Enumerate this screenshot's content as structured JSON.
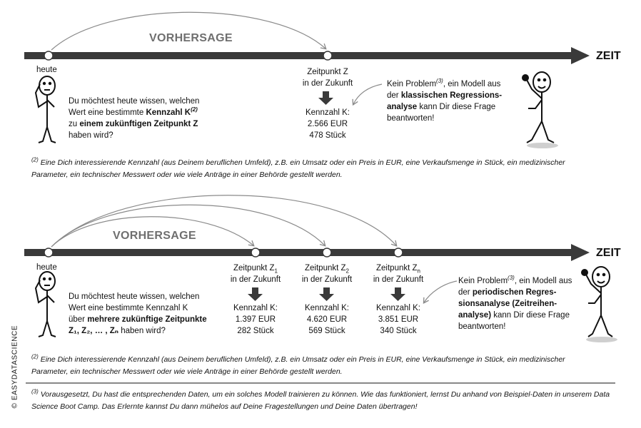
{
  "panel1": {
    "vorhersage": "VORHERSAGE",
    "zeit": "ZEIT",
    "heute": "heute",
    "zeitpunkt_line1": "Zeitpunkt Z",
    "zeitpunkt_line2": "in der Zukunft",
    "kennzahl_label": "Kennzahl K:",
    "value_eur": "2.566 EUR",
    "value_stueck": "478 Stück",
    "question": {
      "l1": "Du möchtest heute wissen, welchen",
      "l2_pre": "Wert eine bestimmte ",
      "l2_bold": "Kennzahl K",
      "l2_sup": "(2)",
      "l3_pre": "zu ",
      "l3_bold": "einem zukünftigen Zeitpunkt Z",
      "l4": "haben wird?"
    },
    "answer": {
      "l1_pre": "Kein Problem",
      "l1_sup": "(3)",
      "l1_post": ", ein Modell aus",
      "l2_pre": "der ",
      "l2_bold": "klassischen Regressions-",
      "l3_bold": "analyse",
      "l3_post": " kann Dir diese Frage",
      "l4": "beantworten!"
    },
    "footnote_mark": "(2)",
    "footnote": " Eine Dich interessierende Kennzahl (aus Deinem beruflichen Umfeld), z.B. ein Umsatz oder ein Preis in EUR, eine Verkaufsmenge in Stück, ein medizinischer Parameter, ein technischer Messwert oder wie viele Anträge in einer Behörde gestellt werden."
  },
  "panel2": {
    "vorhersage": "VORHERSAGE",
    "zeit": "ZEIT",
    "heute": "heute",
    "zeitpunkte": [
      {
        "l1": "Zeitpunkt Z",
        "sub": "1",
        "l2": "in der Zukunft",
        "kennzahl": "Kennzahl K:",
        "eur": "1.397 EUR",
        "stueck": "282 Stück"
      },
      {
        "l1": "Zeitpunkt Z",
        "sub": "2",
        "l2": "in der Zukunft",
        "kennzahl": "Kennzahl K:",
        "eur": "4.620 EUR",
        "stueck": "569 Stück"
      },
      {
        "l1": "Zeitpunkt Z",
        "sub": "n",
        "l2": "in der Zukunft",
        "kennzahl": "Kennzahl K:",
        "eur": "3.851 EUR",
        "stueck": "340 Stück"
      }
    ],
    "question": {
      "l1": "Du möchtest heute wissen, welchen",
      "l2": "Wert eine bestimmte Kennzahl K",
      "l3_pre": "über ",
      "l3_bold": "mehrere zukünftige Zeitpunkte",
      "l4_bold": "Z₁, Z₂, … , Zₙ",
      "l4_post": " haben wird?"
    },
    "answer": {
      "l1_pre": "Kein Problem",
      "l1_sup": "(3)",
      "l1_post": ", ein Modell aus",
      "l2_pre": "der ",
      "l2_bold": "periodischen Regres-",
      "l3_bold": "sionsanalyse (Zeitreihen-",
      "l4_bold": "analyse)",
      "l4_post": " kann Dir diese Frage",
      "l5": "beantworten!"
    },
    "footnote_mark": "(2)",
    "footnote": " Eine Dich interessierende Kennzahl (aus Deinem beruflichen Umfeld), z.B. ein Umsatz oder ein Preis in EUR, eine Verkaufsmenge in Stück, ein medizinischer Parameter, ein technischer Messwert oder wie viele Anträge in einer Behörde gestellt werden."
  },
  "footnote3_mark": "(3)",
  "footnote3": " Vorausgesetzt, Du hast die entsprechenden Daten, um ein solches Modell trainieren zu können. Wie das funktioniert, lernst Du anhand von Beispiel-Daten in unserem Data Science Boot Camp. Das Erlernte kannst Du dann mühelos auf Deine Fragestellungen und Deine Daten übertragen!",
  "copyright": "© EASYDATASCIENCE",
  "colors": {
    "timeline": "#3a3a3a",
    "arc": "#8a8a8a",
    "vorhersage": "#6f6f6f"
  }
}
